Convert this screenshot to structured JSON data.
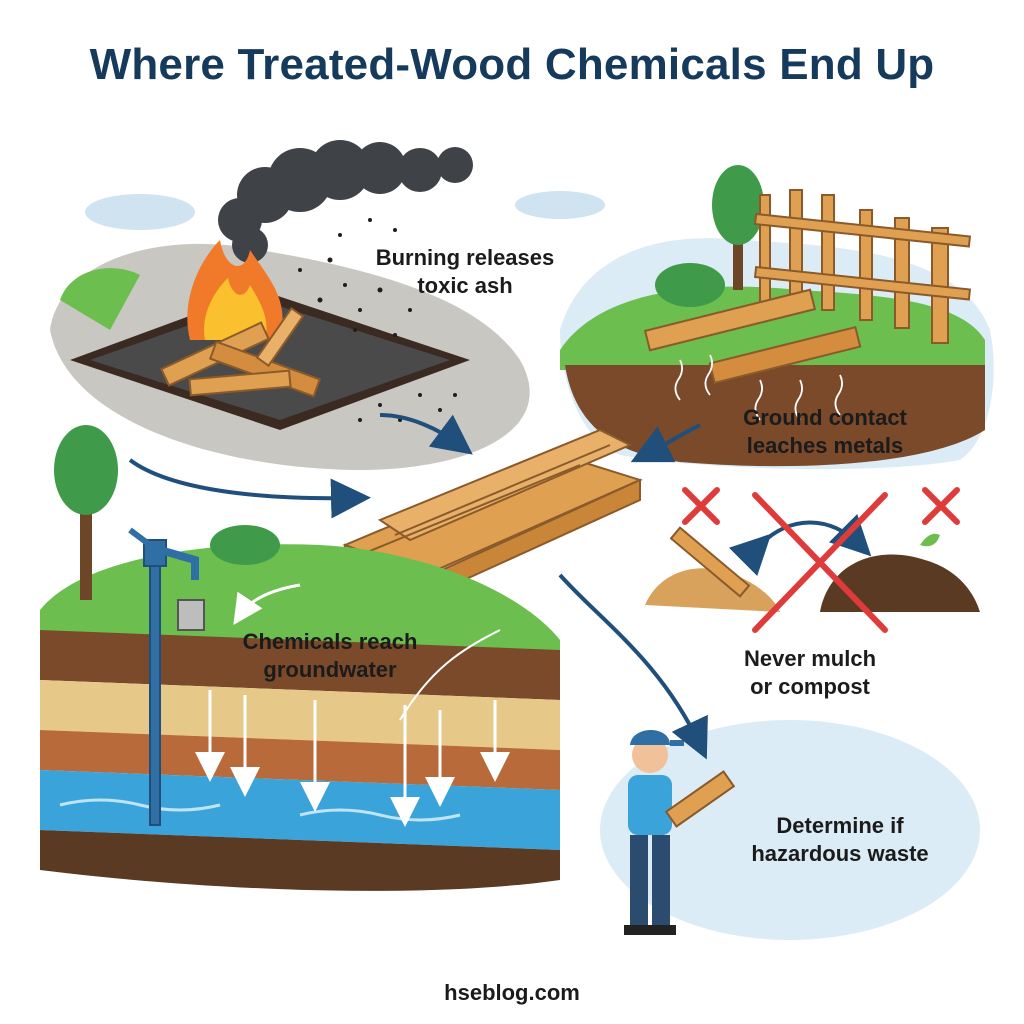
{
  "title": "Where Treated-Wood Chemicals End Up",
  "labels": {
    "burning": [
      "Burning releases",
      "toxic ash"
    ],
    "ground_contact": [
      "Ground contact",
      "leaches metals"
    ],
    "groundwater": [
      "Chemicals reach",
      "groundwater"
    ],
    "mulch": [
      "Never mulch",
      "or compost"
    ],
    "hazardous": [
      "Determine if",
      "hazardous waste"
    ]
  },
  "footer": "hseblog.com",
  "colors": {
    "title": "#163a5c",
    "arrow": "#1f4f7a",
    "cross": "#e03b3b",
    "wood": "#e0a052",
    "grass": "#6cbf4f",
    "water": "#3aa3d9",
    "sky": "#dcecf6"
  }
}
